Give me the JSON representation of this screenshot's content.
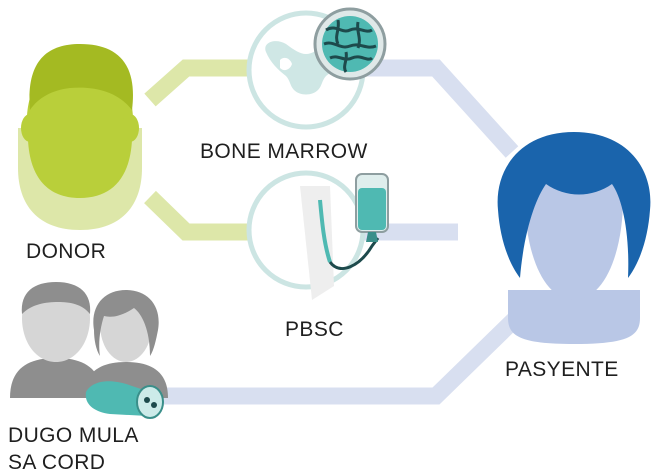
{
  "labels": {
    "donor": "DONOR",
    "bone_marrow": "BONE MARROW",
    "pbsc": "PBSC",
    "patient": "PASYENTE",
    "cord_line1": "DUGO MULA",
    "cord_line2": "SA CORD"
  },
  "colors": {
    "donor_green": "#b9cf3a",
    "donor_green_dark": "#a4ba22",
    "connector_green": "#dde7a9",
    "connector_blue": "#d8dff0",
    "patient_blue": "#1a64ac",
    "patient_face": "#b9c7e6",
    "teal": "#4fb9b2",
    "teal_light": "#ccebe9",
    "gray_dark": "#8e8e8e",
    "gray_light": "#d6d6d6",
    "text": "#1f1f1f"
  },
  "icons": [
    "donor-head-icon",
    "bone-marrow-pelvis-icon",
    "marrow-cells-icon",
    "pbsc-arm-iv-bag-icon",
    "patient-head-icon",
    "cord-blood-family-icon",
    "umbilical-cord-icon"
  ]
}
